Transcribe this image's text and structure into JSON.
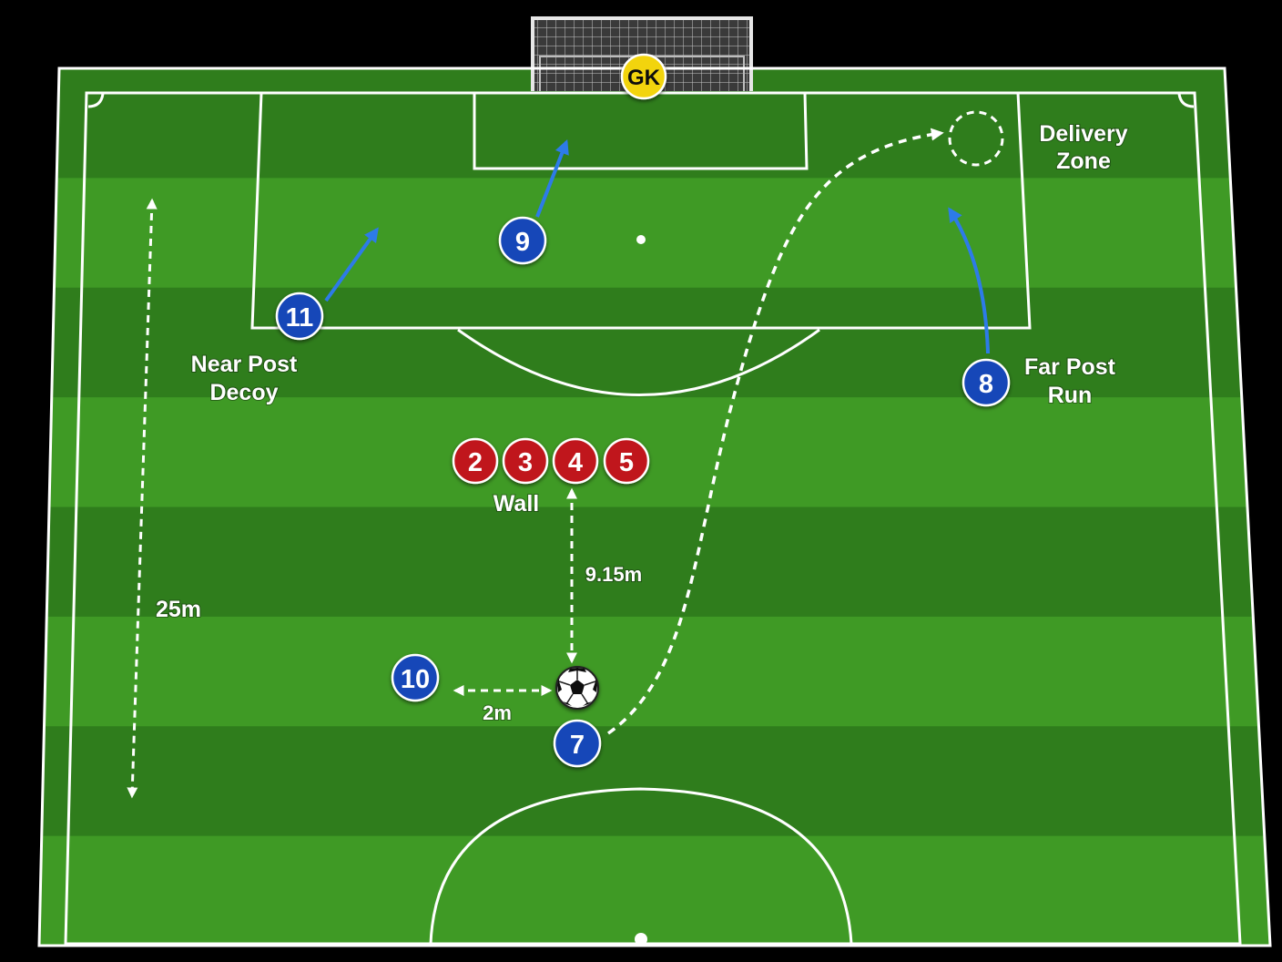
{
  "colors": {
    "pitch_dark": "#2f7d1c",
    "pitch_light": "#3f9a25",
    "line": "#ffffff",
    "attacker": "#1446b8",
    "defender": "#c0181c",
    "goalkeeper": "#f2d40f",
    "run_arrow": "#2d7be8"
  },
  "goalkeeper": {
    "label": "GK"
  },
  "attackers": [
    {
      "number": "11"
    },
    {
      "number": "9"
    },
    {
      "number": "8"
    },
    {
      "number": "10"
    },
    {
      "number": "7"
    }
  ],
  "wall": {
    "label": "Wall",
    "players": [
      {
        "number": "2"
      },
      {
        "number": "3"
      },
      {
        "number": "4"
      },
      {
        "number": "5"
      }
    ]
  },
  "labels": {
    "near_post_line1": "Near Post",
    "near_post_line2": "Decoy",
    "far_post_line1": "Far Post",
    "far_post_line2": "Run",
    "delivery_line1": "Delivery",
    "delivery_line2": "Zone"
  },
  "distances": {
    "side": "25m",
    "wall": "9.15m",
    "short": "2m"
  },
  "icons": {
    "ball": "soccer-ball-icon"
  }
}
